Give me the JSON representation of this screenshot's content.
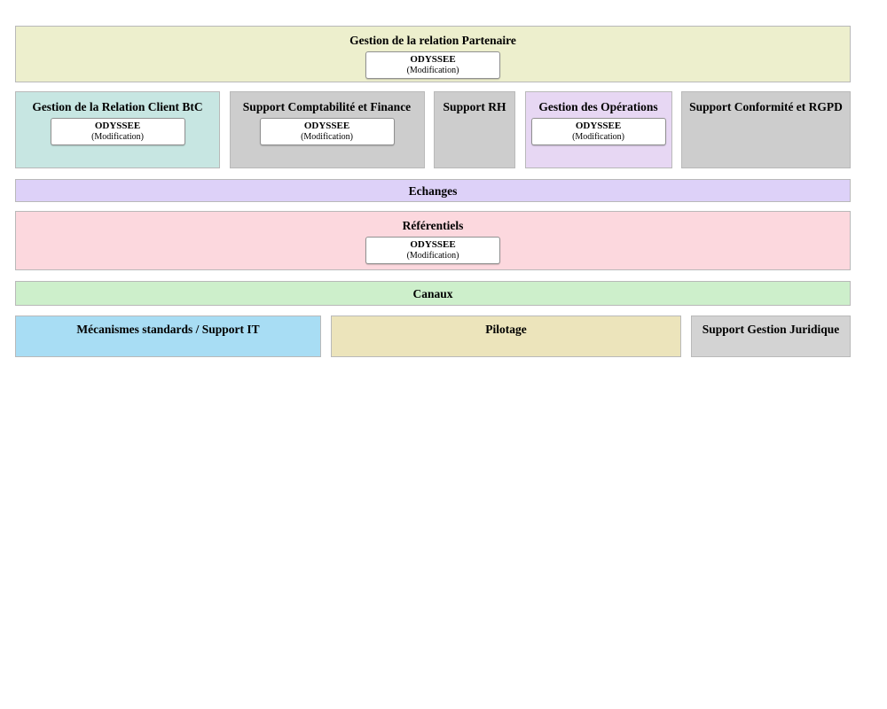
{
  "blocks": {
    "partenaire": {
      "title": "Gestion de la relation Partenaire",
      "app_name": "ODYSSEE",
      "app_status": "(Modification)"
    },
    "client_btc": {
      "title": "Gestion de la Relation Client BtC",
      "app_name": "ODYSSEE",
      "app_status": "(Modification)"
    },
    "compta": {
      "title": "Support Comptabilité et Finance",
      "app_name": "ODYSSEE",
      "app_status": "(Modification)"
    },
    "rh": {
      "title": "Support RH"
    },
    "operations": {
      "title": "Gestion des Opérations",
      "app_name": "ODYSSEE",
      "app_status": "(Modification)"
    },
    "conformite": {
      "title": "Support Conformité et RGPD"
    },
    "echanges": {
      "title": "Echanges"
    },
    "referentiels": {
      "title": "Référentiels",
      "app_name": "ODYSSEE",
      "app_status": "(Modification)"
    },
    "canaux": {
      "title": "Canaux"
    },
    "mecanismes": {
      "title": "Mécanismes standards / Support IT"
    },
    "pilotage": {
      "title": "Pilotage"
    },
    "juridique": {
      "title": "Support Gestion Juridique"
    }
  },
  "colors": {
    "banner_bg": "#edefcd",
    "client_btc_bg": "#c7e6e2",
    "support_gray_bg": "#cdcdcd",
    "operations_bg": "#e7d7f3",
    "echanges_bg": "#ddd1f8",
    "referentiels_bg": "#fcd8de",
    "canaux_bg": "#cdefcb",
    "mecanismes_bg": "#a8ddf4",
    "pilotage_bg": "#ece4bb",
    "juridique_bg": "#d3d3d3",
    "block_border": "#b9b9b9",
    "app_box_border": "#919191",
    "app_box_bg": "#ffffff",
    "text": "#000000"
  }
}
